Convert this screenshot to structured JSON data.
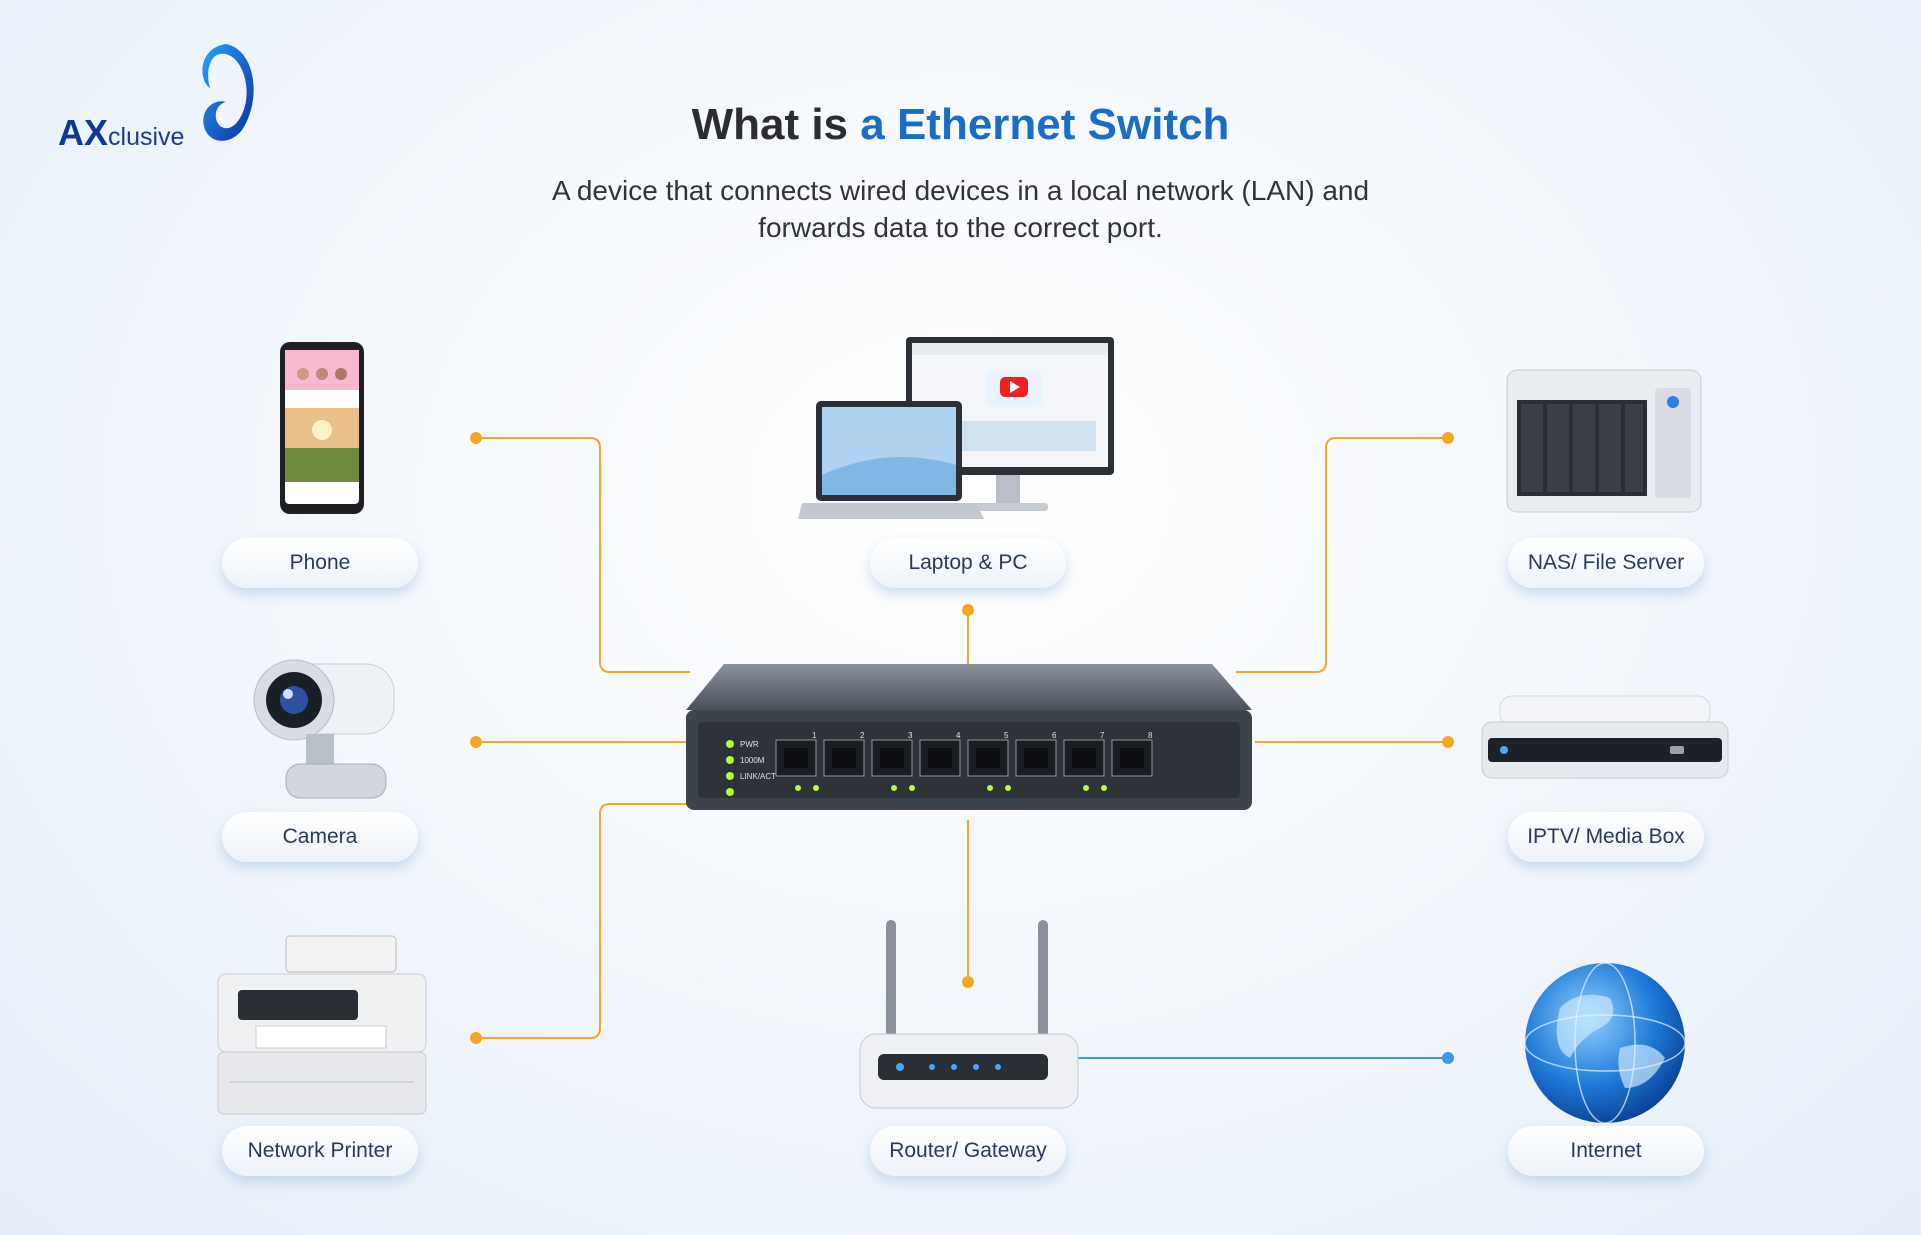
{
  "brand": {
    "logo_bold": "AX",
    "logo_rest": "clusive"
  },
  "header": {
    "title_main": "What is",
    "title_highlight": "a Ethernet Switch",
    "subtitle_line1": "A device that connects wired devices in a local network (LAN) and",
    "subtitle_line2": "forwards data to the correct port."
  },
  "devices": [
    {
      "label": "Phone"
    },
    {
      "label": "Laptop & PC"
    },
    {
      "label": "NAS/ File Server"
    },
    {
      "label": "Camera"
    },
    {
      "label": "IPTV/ Media Box"
    },
    {
      "label": "Network Printer"
    },
    {
      "label": "Router/ Gateway"
    },
    {
      "label": "Internet"
    }
  ],
  "switch": {
    "led_labels": [
      "PWR",
      "1000M",
      "LINK/ACT"
    ],
    "port_labels": [
      "1",
      "2",
      "3",
      "4",
      "5",
      "6",
      "7",
      "8"
    ]
  },
  "colors": {
    "accent": "#1a6cc4",
    "connector": "#f5a623",
    "internet_link": "#3a9be0"
  }
}
